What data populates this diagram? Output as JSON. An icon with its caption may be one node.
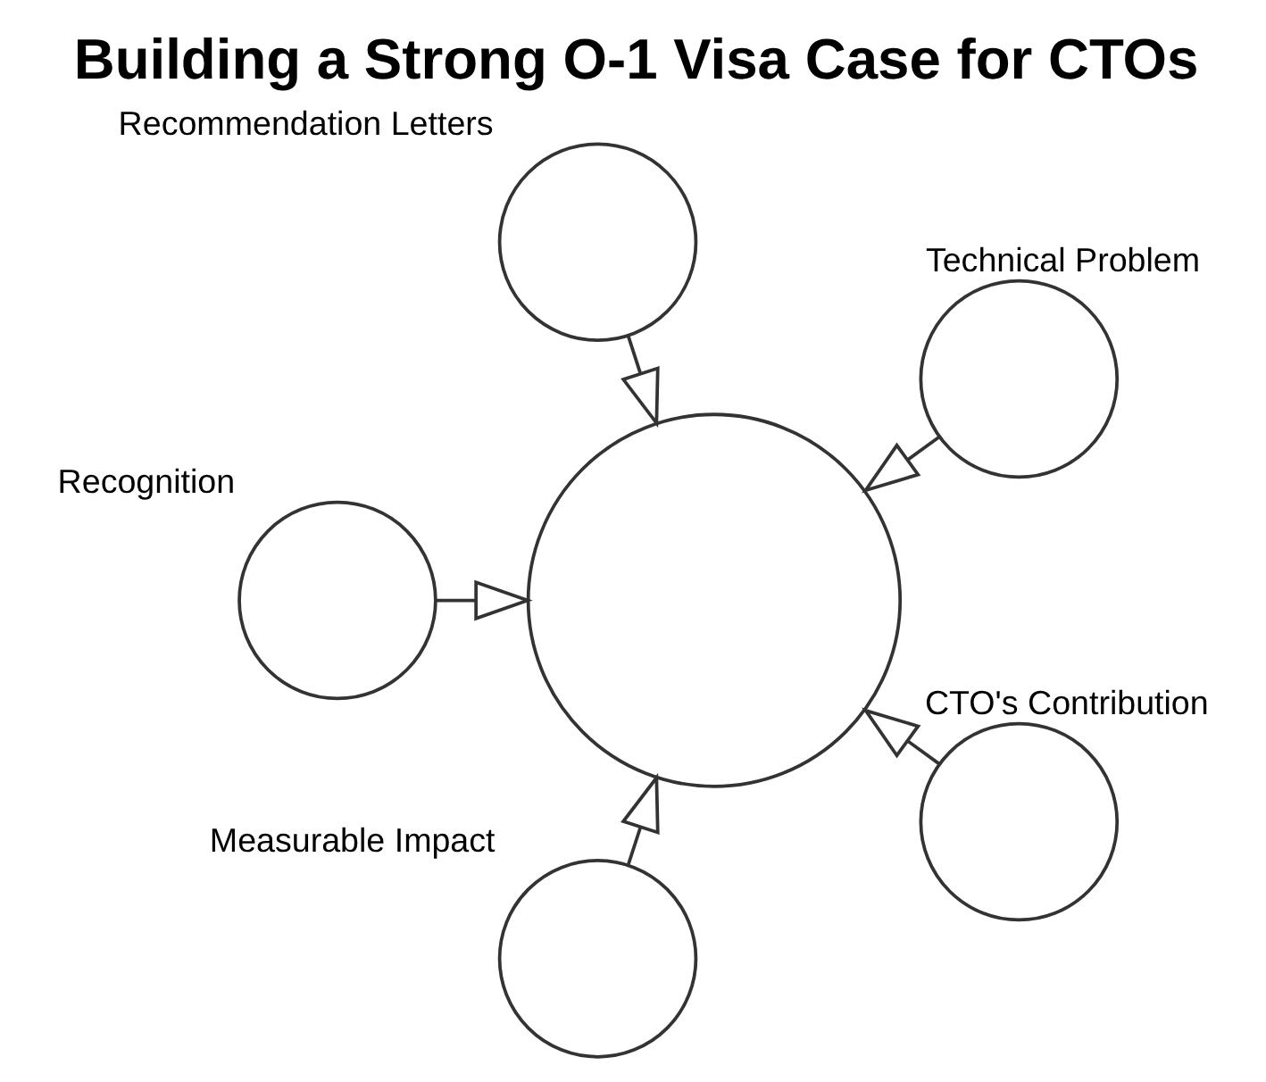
{
  "diagram": {
    "title": "Building a Strong O-1 Visa Case for CTOs",
    "nodes": [
      {
        "text": [],
        "shape": "circle",
        "beside": [
          "Recommendation Letters"
        ]
      },
      {
        "text": [],
        "shape": "circle",
        "beside": [
          "Technical Problem"
        ]
      },
      {
        "text": [],
        "shape": "circle"
      },
      {
        "text": [],
        "shape": "circle",
        "beside": [
          "Recognition"
        ]
      },
      {
        "text": [],
        "shape": "circle",
        "beside": [
          "CTO's Contribution"
        ]
      },
      {
        "text": [],
        "shape": "circle",
        "beside": [
          "Measurable Impact"
        ]
      }
    ],
    "edges": [
      {
        "from": 0,
        "to": 2,
        "arrow": "to"
      },
      {
        "from": 1,
        "to": 2,
        "arrow": "to"
      },
      {
        "from": 3,
        "to": 2,
        "arrow": "to"
      },
      {
        "from": 4,
        "to": 2,
        "arrow": "to"
      },
      {
        "from": 5,
        "to": 2,
        "arrow": "to"
      }
    ]
  }
}
